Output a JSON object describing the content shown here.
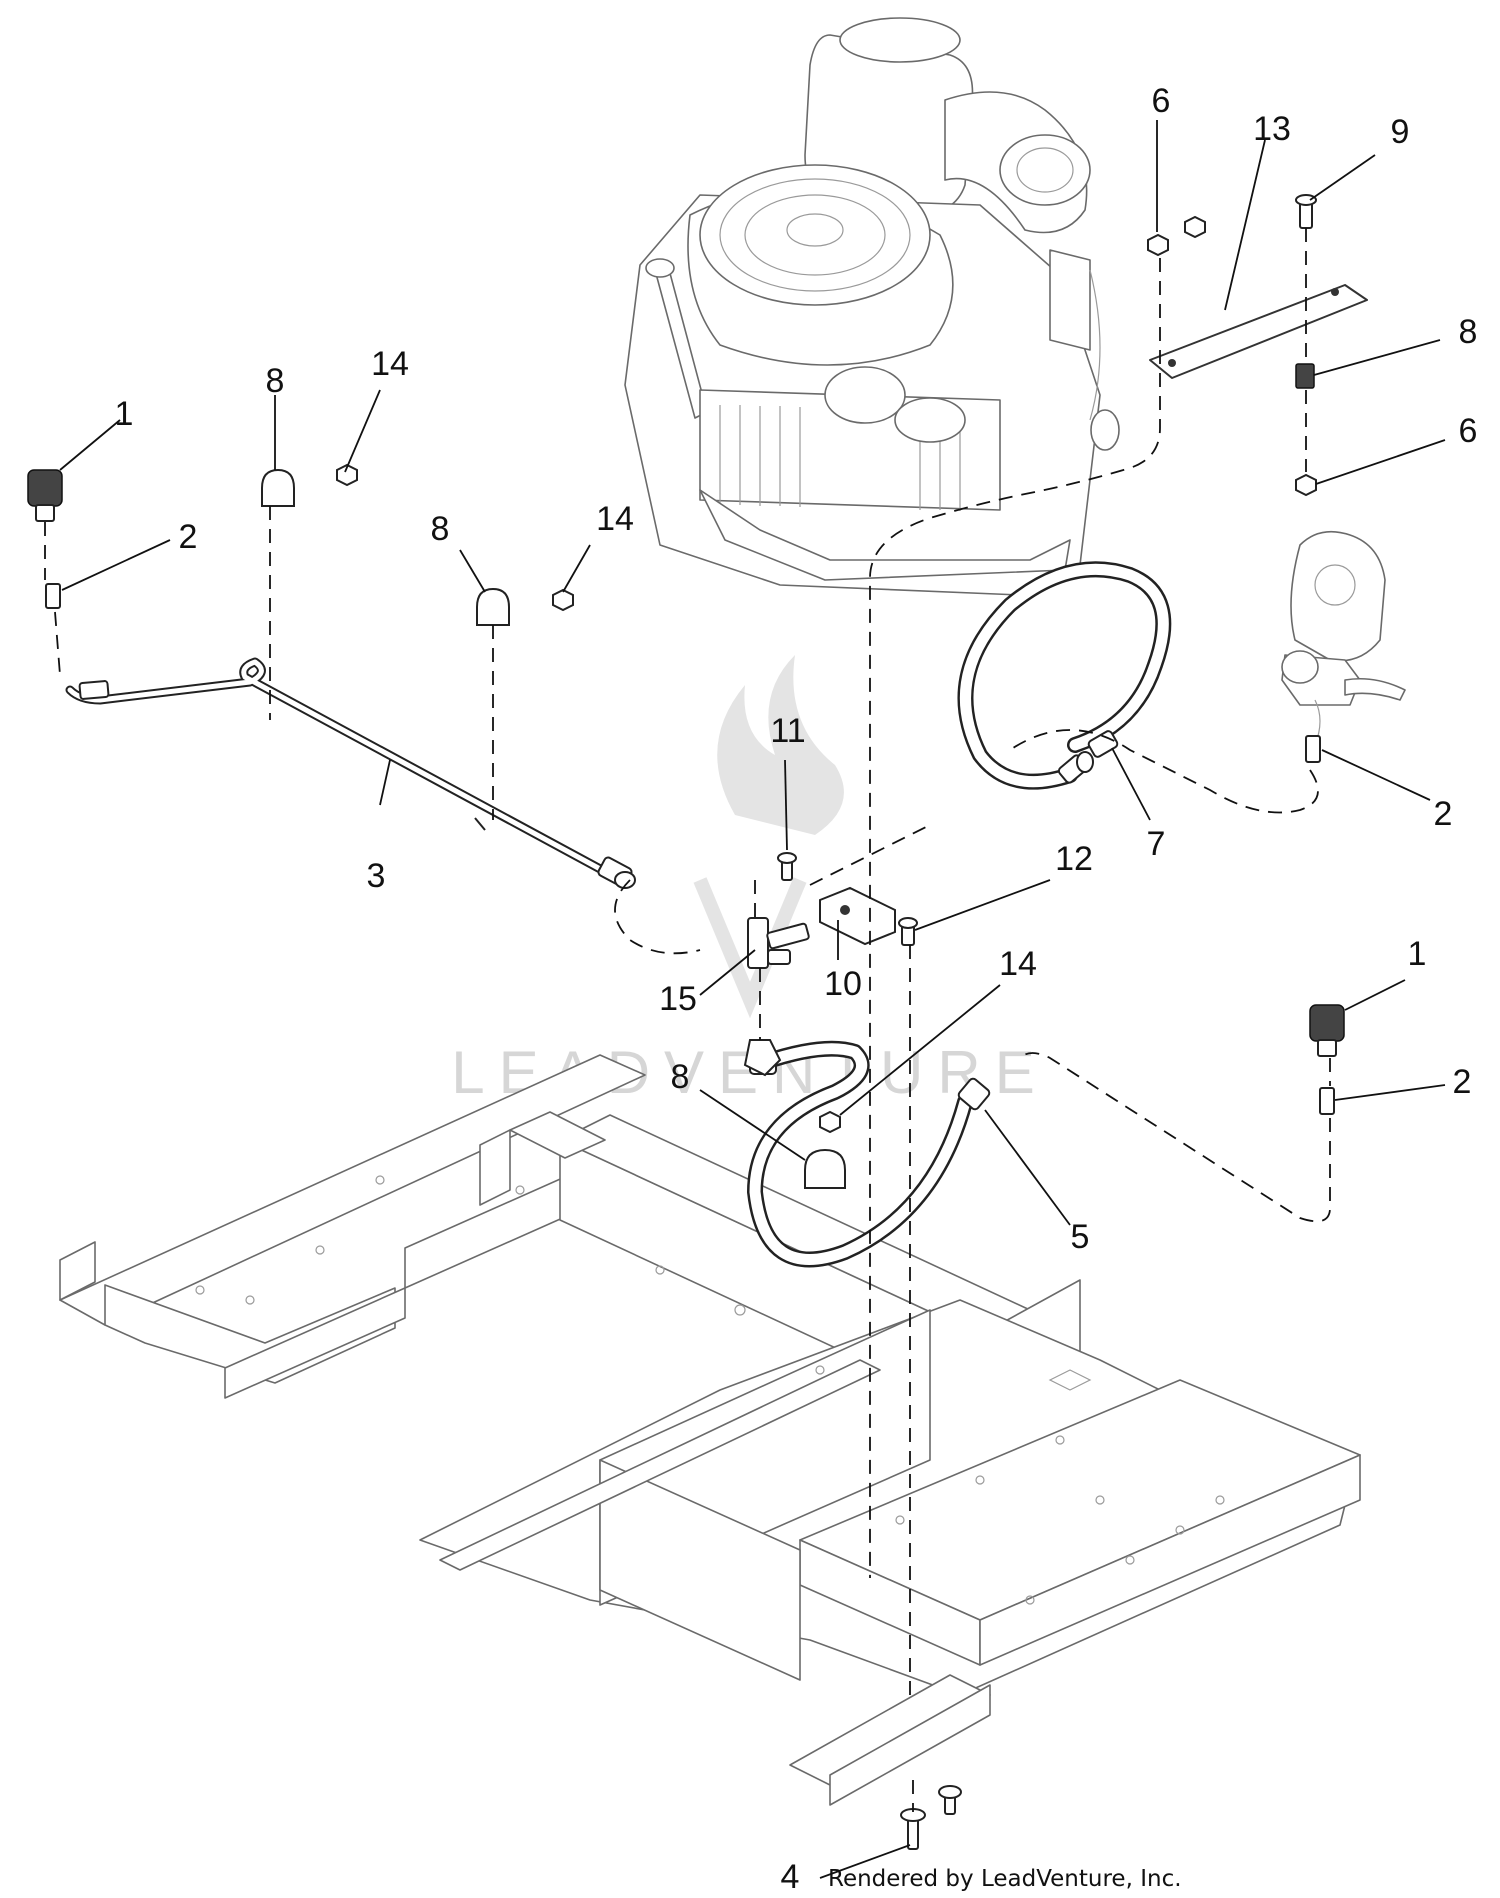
{
  "callouts": [
    {
      "id": "c1a",
      "label": "1"
    },
    {
      "id": "c1b",
      "label": "1"
    },
    {
      "id": "c2a",
      "label": "2"
    },
    {
      "id": "c2b",
      "label": "2"
    },
    {
      "id": "c2c",
      "label": "2"
    },
    {
      "id": "c3",
      "label": "3"
    },
    {
      "id": "c4",
      "label": "4"
    },
    {
      "id": "c5",
      "label": "5"
    },
    {
      "id": "c6a",
      "label": "6"
    },
    {
      "id": "c6b",
      "label": "6"
    },
    {
      "id": "c7",
      "label": "7"
    },
    {
      "id": "c8a",
      "label": "8"
    },
    {
      "id": "c8b",
      "label": "8"
    },
    {
      "id": "c8c",
      "label": "8"
    },
    {
      "id": "c8d",
      "label": "8"
    },
    {
      "id": "c9",
      "label": "9"
    },
    {
      "id": "c10",
      "label": "10"
    },
    {
      "id": "c11",
      "label": "11"
    },
    {
      "id": "c12",
      "label": "12"
    },
    {
      "id": "c13",
      "label": "13"
    },
    {
      "id": "c14a",
      "label": "14"
    },
    {
      "id": "c14b",
      "label": "14"
    },
    {
      "id": "c14c",
      "label": "14"
    },
    {
      "id": "c15",
      "label": "15"
    }
  ],
  "credit": "Rendered by LeadVenture, Inc.",
  "watermark": "LEADVENTURE",
  "colors": {
    "line": "#222222",
    "part_outline": "#6a6a6a",
    "watermark": "#d6d6d6"
  }
}
